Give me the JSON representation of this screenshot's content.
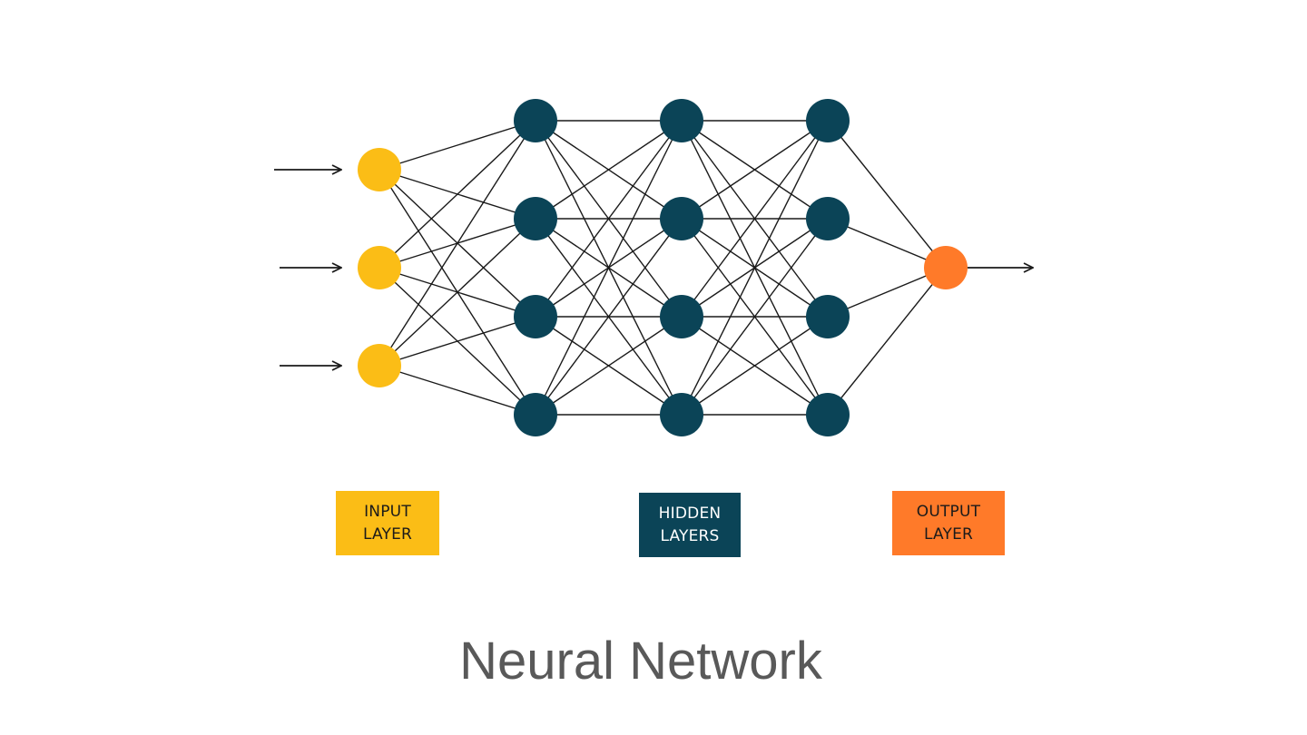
{
  "colors": {
    "input_node": "#fbbd16",
    "hidden_node": "#0b4457",
    "output_node": "#ff7a29",
    "edge": "#1a1a1a",
    "caption": "#595959"
  },
  "network": {
    "layers": [
      {
        "role": "input",
        "node_count": 3
      },
      {
        "role": "hidden",
        "node_count": 4
      },
      {
        "role": "hidden",
        "node_count": 4
      },
      {
        "role": "hidden",
        "node_count": 4
      },
      {
        "role": "output",
        "node_count": 1
      }
    ],
    "fully_connected": true,
    "input_arrow_count": 3,
    "output_arrow_count": 1
  },
  "legend": {
    "input": {
      "line1": "INPUT",
      "line2": "LAYER",
      "bg": "#fbbd16",
      "fg": "#1a1a1a"
    },
    "hidden": {
      "line1": "HIDDEN",
      "line2": "LAYERS",
      "bg": "#0b4457",
      "fg": "#ffffff"
    },
    "output": {
      "line1": "OUTPUT",
      "line2": "LAYER",
      "bg": "#ff7a29",
      "fg": "#1a1a1a"
    }
  },
  "caption": "Neural Network"
}
